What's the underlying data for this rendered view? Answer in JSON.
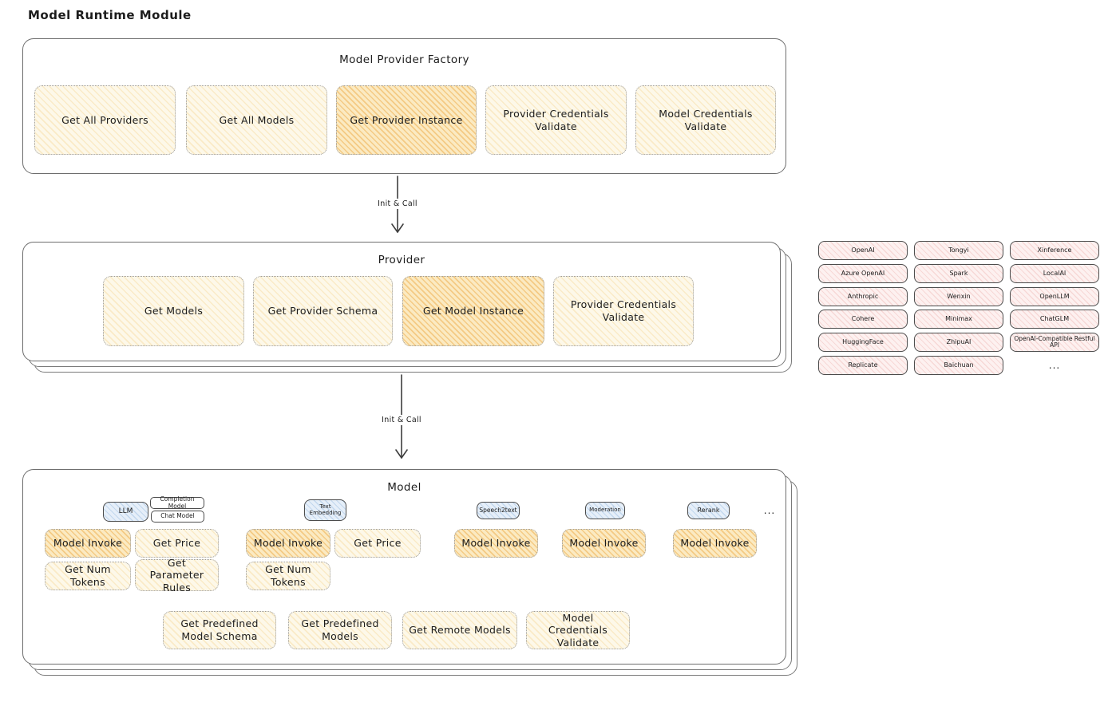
{
  "page_title": "Model Runtime Module",
  "colors": {
    "yellow_fill": "#fdf8e9",
    "highlight_fill": "#fbeac2",
    "pink_fill": "#fdf1f0",
    "blue_fill": "#e6eff9",
    "box_border": "#6e6e6e",
    "ink": "#1c1c1c"
  },
  "factory": {
    "title": "Model Provider Factory",
    "buttons": [
      "Get All Providers",
      "Get All Models",
      "Get Provider Instance",
      "Provider Credentials Validate",
      "Model Credentials Validate"
    ],
    "highlighted": "Get Provider Instance"
  },
  "arrow1": {
    "label": "Init & Call"
  },
  "provider": {
    "title": "Provider",
    "buttons": [
      "Get Models",
      "Get Provider Schema",
      "Get Model Instance",
      "Provider Credentials Validate"
    ],
    "highlighted": "Get Model Instance"
  },
  "provider_list": {
    "items": [
      "OpenAI",
      "Tongyi",
      "Xinference",
      "Azure OpenAI",
      "Spark",
      "LocalAI",
      "Anthropic",
      "Wenxin",
      "OpenLLM",
      "Cohere",
      "Minimax",
      "ChatGLM",
      "HuggingFace",
      "ZhipuAI",
      "OpenAI-Compatible Restful API",
      "Replicate",
      "Baichuan"
    ],
    "more": "..."
  },
  "arrow2": {
    "label": "Init & Call"
  },
  "model": {
    "title": "Model",
    "types": [
      "LLM",
      "Completion Model",
      "Chat Model",
      "Text Embedding",
      "Speech2text",
      "Moderation",
      "Rerank"
    ],
    "more": "...",
    "actions": {
      "model_invoke": "Model Invoke",
      "get_price": "Get Price",
      "get_num_tokens": "Get Num Tokens",
      "get_parameter_rules": "Get Parameter Rules"
    },
    "bottom_actions": [
      "Get Predefined Model Schema",
      "Get Predefined Models",
      "Get Remote Models",
      "Model Credentials Validate"
    ]
  }
}
